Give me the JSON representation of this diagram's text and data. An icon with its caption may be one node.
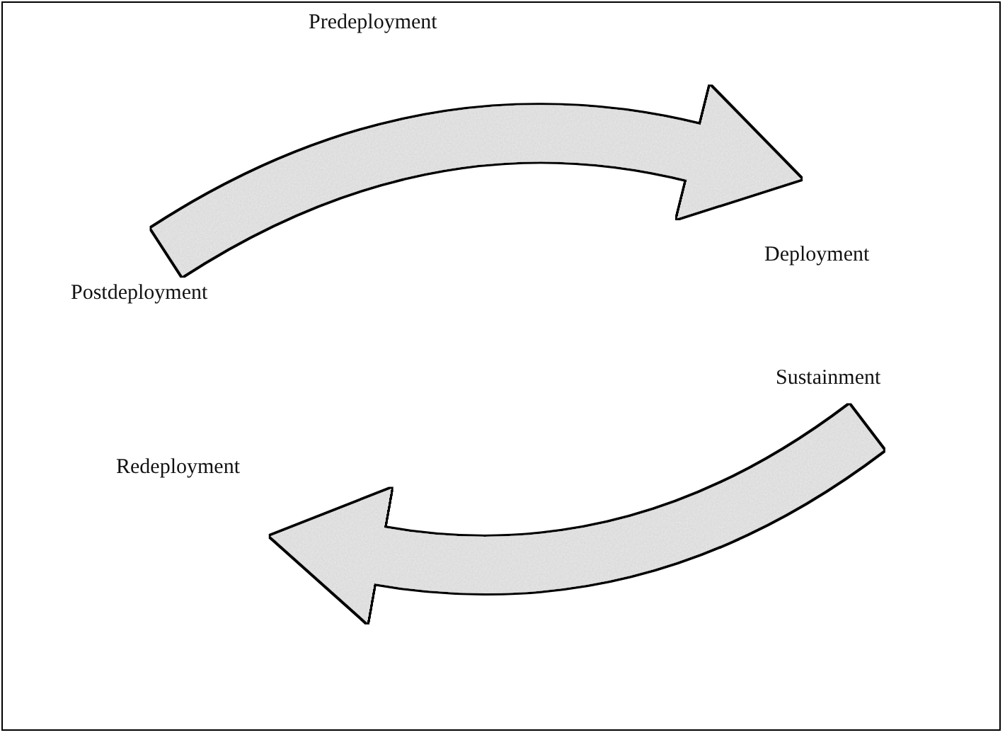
{
  "diagram": {
    "nodes": [
      {
        "text": [
          "Deployment"
        ]
      },
      {
        "text": [
          "Postdeployment"
        ]
      },
      {
        "text": [
          "Sustainment"
        ]
      },
      {
        "text": [
          "Redeployment"
        ]
      }
    ],
    "edges": [
      {
        "from": 1,
        "to": 0,
        "arrow": "to"
      },
      {
        "from": 2,
        "to": 3,
        "arrow": "to"
      }
    ],
    "labels": [
      "Predeployment"
    ]
  }
}
